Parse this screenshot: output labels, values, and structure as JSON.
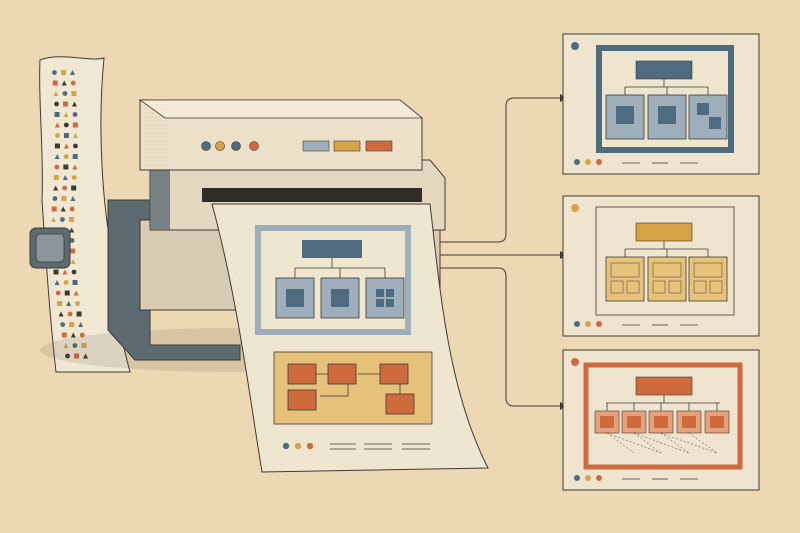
{
  "palette": {
    "paper": "#ecd9b3",
    "ink": "#3f3a34",
    "cream": "#efe5cf",
    "slate": "#4f6b80",
    "slate_light": "#9eaebb",
    "mustard": "#d6a447",
    "mustard_light": "#e6c27a",
    "terracotta": "#cf6a3e",
    "terracotta_light": "#e5a27c",
    "machine_light": "#ece0c8",
    "machine_mid": "#d8ccb4",
    "machine_dark": "#5c6a72"
  },
  "scene": {
    "printer": {
      "panel_dots": [
        "slate",
        "mustard",
        "slate",
        "terracotta"
      ],
      "panel_buttons": [
        "slate_light",
        "mustard",
        "terracotta"
      ]
    },
    "output_sheet": {
      "diagram_top": "slate",
      "diagram_bottom": "terracotta",
      "footer_dots": [
        "slate",
        "mustard",
        "terracotta"
      ]
    },
    "cards": [
      {
        "theme": "slate",
        "layout": "three-children"
      },
      {
        "theme": "mustard",
        "layout": "three-children"
      },
      {
        "theme": "terracotta",
        "layout": "five-children"
      }
    ]
  }
}
